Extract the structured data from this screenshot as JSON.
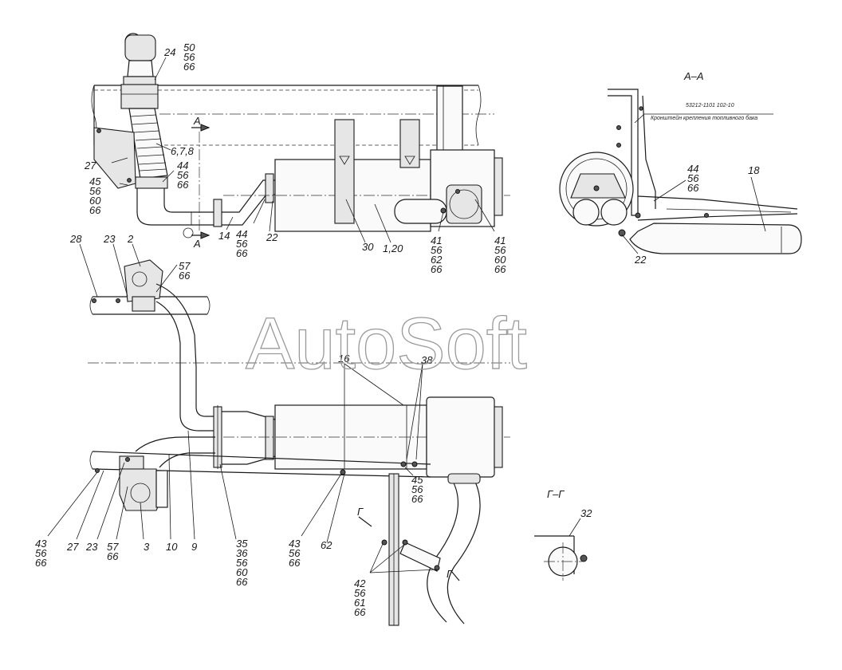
{
  "watermark": "AutoSoft",
  "sections": {
    "aa_title": "А–А",
    "aa_marker": "А",
    "gg_title": "Г–Г",
    "gg_marker": "Г"
  },
  "bracket_note": {
    "code": "53212-1101 102-10",
    "text": "Кронштейн крепления топливного бака"
  },
  "callouts": [
    {
      "id": "c-top-a",
      "lines": [
        "24"
      ]
    },
    {
      "id": "c-top-b",
      "lines": [
        "50",
        "56",
        "66"
      ]
    },
    {
      "id": "c-top-c",
      "lines": [
        "6,7,8"
      ]
    },
    {
      "id": "c-top-d",
      "lines": [
        "27"
      ]
    },
    {
      "id": "c-top-e",
      "lines": [
        "44",
        "56",
        "66"
      ]
    },
    {
      "id": "c-top-f",
      "lines": [
        "45",
        "56",
        "60",
        "66"
      ]
    },
    {
      "id": "c-top-g",
      "lines": [
        "14"
      ]
    },
    {
      "id": "c-top-h",
      "lines": [
        "44",
        "56",
        "66"
      ]
    },
    {
      "id": "c-top-i",
      "lines": [
        "22"
      ]
    },
    {
      "id": "c-top-j",
      "lines": [
        "30"
      ]
    },
    {
      "id": "c-top-k",
      "lines": [
        "1,20"
      ]
    },
    {
      "id": "c-top-l",
      "lines": [
        "41",
        "56",
        "62",
        "66"
      ]
    },
    {
      "id": "c-top-m",
      "lines": [
        "41",
        "56",
        "60",
        "66"
      ]
    },
    {
      "id": "c-aa-a",
      "lines": [
        "44",
        "56",
        "66"
      ]
    },
    {
      "id": "c-aa-b",
      "lines": [
        "18"
      ]
    },
    {
      "id": "c-aa-c",
      "lines": [
        "22"
      ]
    },
    {
      "id": "c-mid-a",
      "lines": [
        "28"
      ]
    },
    {
      "id": "c-mid-b",
      "lines": [
        "23"
      ]
    },
    {
      "id": "c-mid-c",
      "lines": [
        "2"
      ]
    },
    {
      "id": "c-mid-d",
      "lines": [
        "57",
        "66"
      ]
    },
    {
      "id": "c-mid-e",
      "lines": [
        "16"
      ]
    },
    {
      "id": "c-mid-f",
      "lines": [
        "38"
      ]
    },
    {
      "id": "c-bot-a",
      "lines": [
        "43",
        "56",
        "66"
      ]
    },
    {
      "id": "c-bot-b",
      "lines": [
        "27"
      ]
    },
    {
      "id": "c-bot-c",
      "lines": [
        "23"
      ]
    },
    {
      "id": "c-bot-d",
      "lines": [
        "57",
        "66"
      ]
    },
    {
      "id": "c-bot-e",
      "lines": [
        "3"
      ]
    },
    {
      "id": "c-bot-f",
      "lines": [
        "10"
      ]
    },
    {
      "id": "c-bot-g",
      "lines": [
        "9"
      ]
    },
    {
      "id": "c-bot-h",
      "lines": [
        "35",
        "36",
        "56",
        "60",
        "66"
      ]
    },
    {
      "id": "c-bot-i",
      "lines": [
        "43",
        "56",
        "66"
      ]
    },
    {
      "id": "c-bot-j",
      "lines": [
        "62"
      ]
    },
    {
      "id": "c-bot-k",
      "lines": [
        "45",
        "56",
        "66"
      ]
    },
    {
      "id": "c-bot-l",
      "lines": [
        "42",
        "56",
        "61",
        "66"
      ]
    },
    {
      "id": "c-gg-a",
      "lines": [
        "32"
      ]
    }
  ]
}
